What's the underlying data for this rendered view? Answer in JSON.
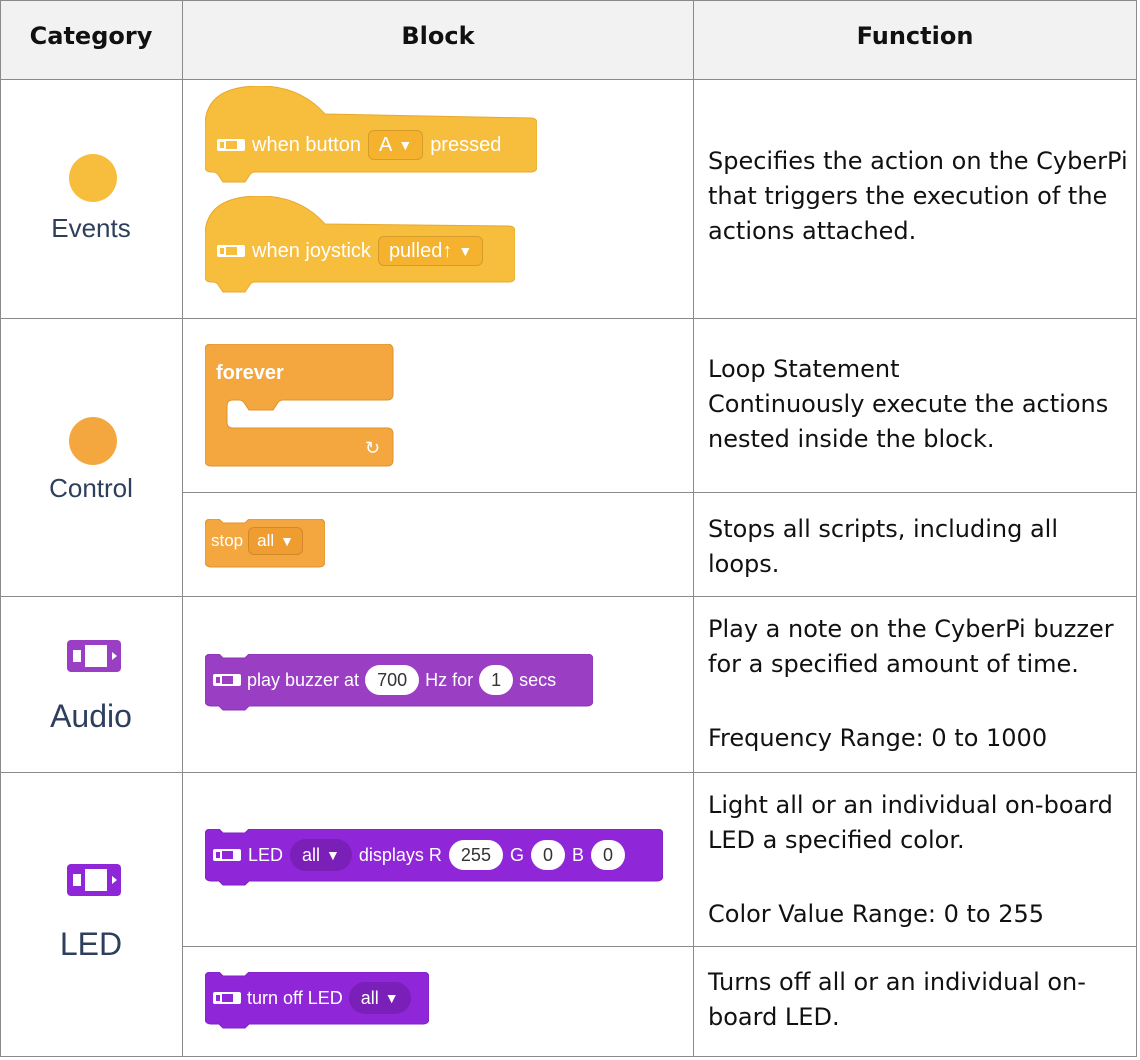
{
  "headers": {
    "category": "Category",
    "block": "Block",
    "function": "Function"
  },
  "colors": {
    "events": "#f7bd3c",
    "control": "#f3a73e",
    "audio": "#9a3fc4",
    "led": "#8f27d8"
  },
  "events": {
    "category": "Events",
    "block1": {
      "prefix": "when button",
      "dropdown": "A",
      "suffix": "pressed"
    },
    "block2": {
      "prefix": "when joystick",
      "dropdown": "pulled↑"
    },
    "function": "Specifies the action on the CyberPi that triggers the execution of the actions attached."
  },
  "control": {
    "category": "Control",
    "forever": {
      "label": "forever"
    },
    "forever_function_1": "Loop Statement",
    "forever_function_2": "Continuously execute the actions nested inside the block.",
    "stop": {
      "label": "stop",
      "dropdown": "all"
    },
    "stop_function": "Stops all scripts, including all loops."
  },
  "audio": {
    "category": "Audio",
    "block": {
      "prefix": "play buzzer at",
      "freq": "700",
      "mid": "Hz for",
      "secs_val": "1",
      "suffix": "secs"
    },
    "function_1": "Play a note on the CyberPi buzzer for a specified amount of time.",
    "function_2": "Frequency Range: 0 to 1000"
  },
  "led": {
    "category": "LED",
    "display_block": {
      "prefix": "LED",
      "dropdown": "all",
      "mid": "displays R",
      "r": "255",
      "g_label": "G",
      "g": "0",
      "b_label": "B",
      "b": "0"
    },
    "display_function_1": "Light all or an individual on-board LED a specified color.",
    "display_function_2": "Color Value Range: 0 to 255",
    "off_block": {
      "prefix": "turn off LED",
      "dropdown": "all"
    },
    "off_function": "Turns off all or an individual on-board LED."
  }
}
